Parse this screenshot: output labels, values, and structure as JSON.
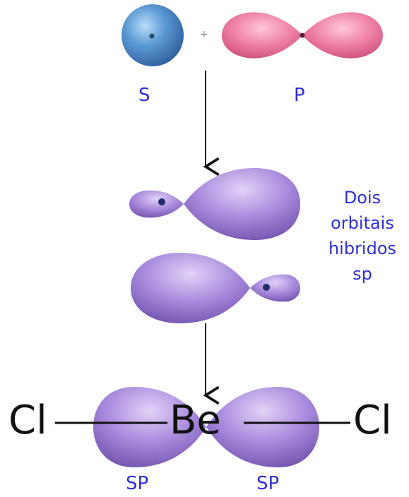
{
  "labels": {
    "s": "S",
    "p": "P",
    "plus": "+",
    "note_line1": "Dois",
    "note_line2": "orbitais",
    "note_line3": "hibridos",
    "note_line4": "sp",
    "sp_left": "SP",
    "sp_right": "SP"
  },
  "molecule": {
    "left_atom": "Cl",
    "center_atom": "Be",
    "right_atom": "Cl"
  },
  "colors": {
    "annotation": "#2f2fd8",
    "s_orbital": "#4a86c8",
    "p_orbital": "#e8709a",
    "sp_orbital": "#8a6bc4",
    "nucleus": "#1f2e6b"
  }
}
